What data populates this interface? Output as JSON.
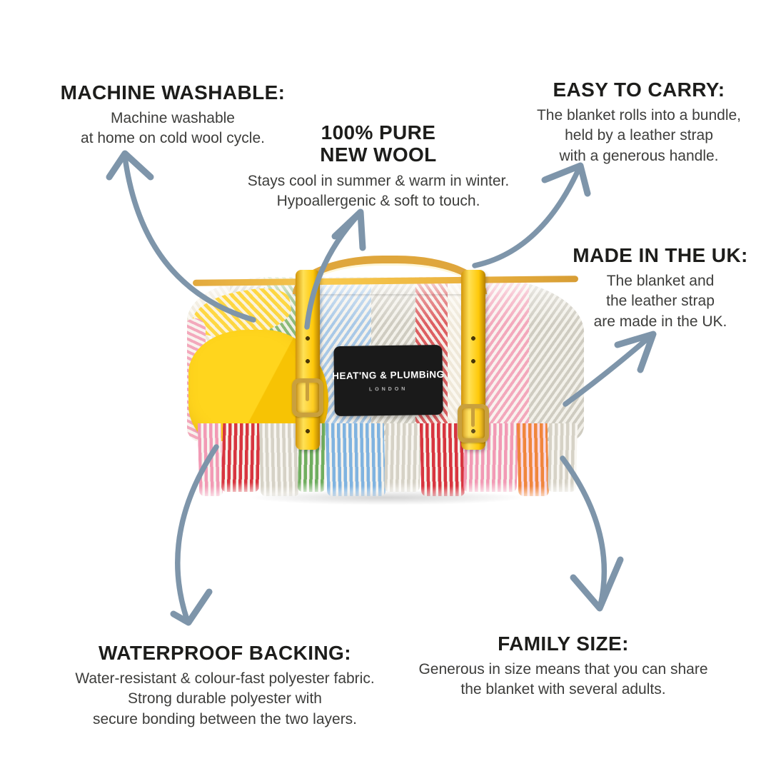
{
  "infographic": {
    "subject": "rolled picnic blanket with leather carry strap",
    "brand_label": {
      "name": "HEAT'NG & PLUMBiNG",
      "city": "LONDON"
    },
    "features": [
      {
        "id": "machine-washable",
        "title": "MACHINE WASHABLE:",
        "lines": [
          "Machine washable",
          "at home on cold wool cycle."
        ]
      },
      {
        "id": "pure-new-wool",
        "title_lines": [
          "100% PURE",
          "NEW WOOL"
        ],
        "lines": [
          "Stays cool in summer & warm in winter.",
          "Hypoallergenic & soft to touch."
        ]
      },
      {
        "id": "easy-to-carry",
        "title": "EASY TO CARRY:",
        "lines": [
          "The blanket rolls into a bundle,",
          "held by a leather strap",
          "with a generous handle."
        ]
      },
      {
        "id": "made-in-the-uk",
        "title": "MADE IN THE UK:",
        "lines": [
          "The blanket and",
          "the leather strap",
          "are made in the UK."
        ]
      },
      {
        "id": "waterproof-backing",
        "title": "WATERPROOF BACKING:",
        "lines": [
          "Water-resistant & colour-fast polyester fabric.",
          "Strong durable polyester with",
          "secure bonding between the two layers."
        ]
      },
      {
        "id": "family-size",
        "title": "FAMILY SIZE:",
        "lines": [
          "Generous in size means that you can share",
          "the blanket with several adults."
        ]
      }
    ],
    "colors": {
      "background": "#ffffff",
      "arrow": "#7e95aa",
      "heading_text": "#1d1d1b",
      "body_text": "#3d3d3b",
      "waterproof_backing_yellow": "#ffd51d",
      "strap_yellow": "#ffc90a",
      "handle_tan": "#dfa63c",
      "label_background": "#1a1a1a",
      "label_text": "#ffffff"
    }
  }
}
